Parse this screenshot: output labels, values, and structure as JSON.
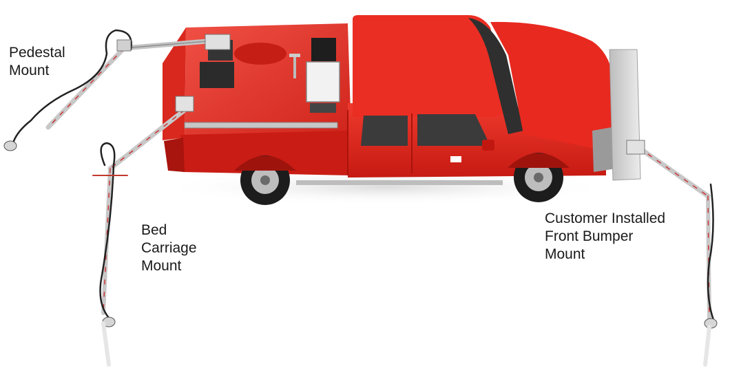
{
  "labels": {
    "pedestal_mount": [
      "Pedestal",
      "Mount"
    ],
    "bed_carriage_mount": [
      "Bed",
      "Carriage",
      "Mount"
    ],
    "front_bumper_mount": [
      "Customer Installed",
      "Front Bumper",
      "Mount"
    ]
  },
  "colors": {
    "truck_body": "#e3241c",
    "truck_shadow": "#b5150f",
    "window_glass": "#3a3a3a",
    "arm_metal": "#c9c9c9",
    "bumper_plate": "#d8d8d8"
  }
}
